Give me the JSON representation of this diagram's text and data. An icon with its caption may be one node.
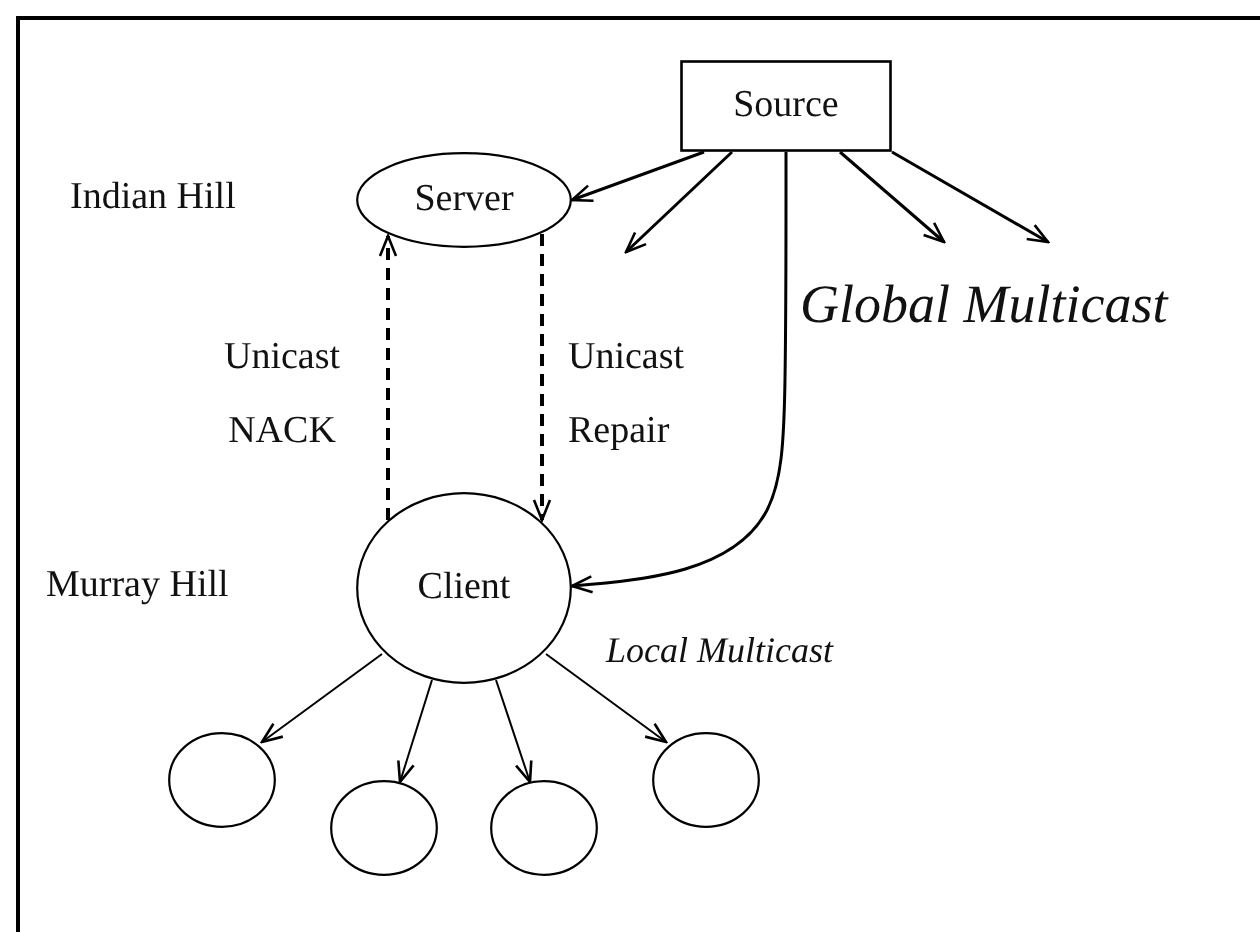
{
  "diagram": {
    "nodes": [
      {
        "text": [
          "Source"
        ]
      },
      {
        "text": [
          "Server"
        ],
        "beside": [
          "Indian Hill"
        ]
      },
      {
        "text": [
          "Client"
        ],
        "beside": [
          "Murray Hill"
        ]
      },
      {
        "text": [],
        "shape": "circle"
      },
      {
        "text": [],
        "shape": "circle"
      },
      {
        "text": [],
        "shape": "circle"
      },
      {
        "text": [],
        "shape": "circle"
      }
    ],
    "edges": [
      {
        "from": 0,
        "to": 1,
        "arrow": "to"
      },
      {
        "from": 0,
        "to": null,
        "arrow": "to"
      },
      {
        "from": 0,
        "to": 2,
        "arrow": "to"
      },
      {
        "from": 0,
        "to": null,
        "arrow": "to"
      },
      {
        "from": 0,
        "to": null,
        "arrow": "to"
      },
      {
        "from": 2,
        "to": 1,
        "arrow": "to",
        "style": "dashed",
        "label": "Unicast NACK"
      },
      {
        "from": 1,
        "to": 2,
        "arrow": "to",
        "style": "dashed",
        "label": "Unicast Repair"
      },
      {
        "from": 2,
        "to": 3,
        "arrow": "to"
      },
      {
        "from": 2,
        "to": 4,
        "arrow": "to"
      },
      {
        "from": 2,
        "to": 5,
        "arrow": "to"
      },
      {
        "from": 2,
        "to": 6,
        "arrow": "to"
      }
    ],
    "labels": [
      "Global Multicast",
      "Local Multicast"
    ]
  }
}
